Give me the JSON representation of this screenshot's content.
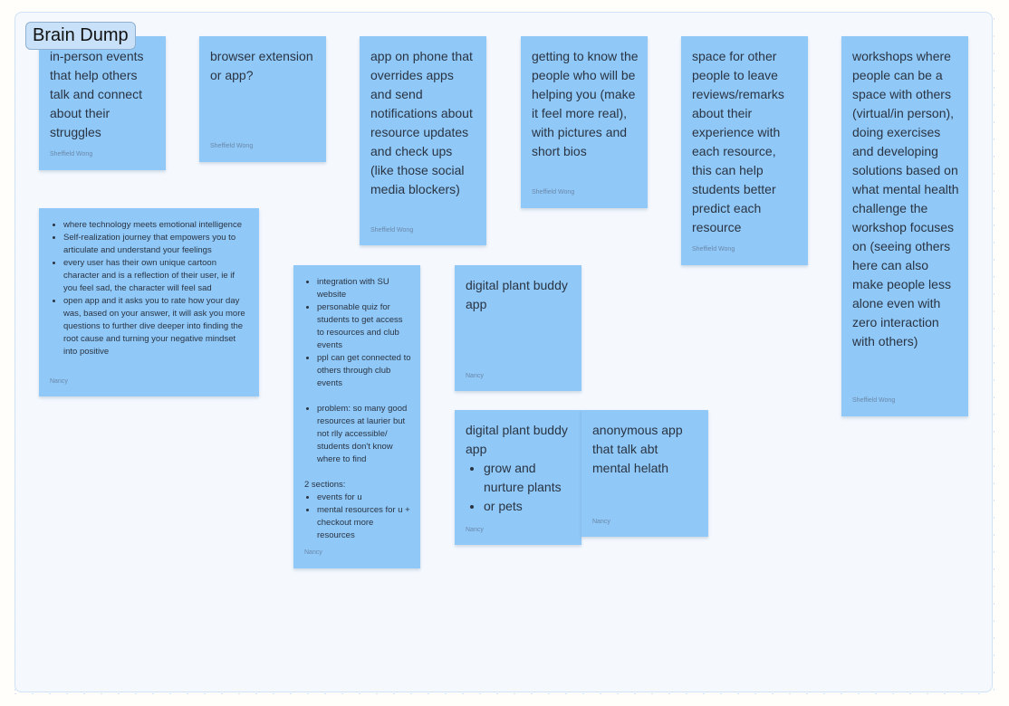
{
  "section": {
    "title": "Brain Dump"
  },
  "colors": {
    "sticky": "#90c8f8",
    "canvas": "#f5f9fe",
    "page": "#fffefb",
    "text": "#2a3442",
    "author": "#6b88a8"
  },
  "notes": [
    {
      "text": "in-person events that help others talk and connect about their struggles",
      "author": "Sheffield Wong"
    },
    {
      "text": "browser extension or app?",
      "author": "Sheffield Wong"
    },
    {
      "text": "app on phone that overrides apps and send notifications about resource updates and check ups (like those social media blockers)",
      "author": "Sheffield Wong"
    },
    {
      "text": "getting to know the people who will be helping you (make it feel more real), with pictures and short bios",
      "author": "Sheffield Wong"
    },
    {
      "text": "space for other people to leave reviews/remarks about their experience with each resource, this can help students better predict each resource",
      "author": "Sheffield Wong"
    },
    {
      "text": "workshops where people can be a space with others (virtual/in person), doing exercises and developing solutions based on what mental health challenge the workshop focuses on (seeing others here can also make people less alone even with zero interaction with others)",
      "author": "Sheffield Wong"
    },
    {
      "bullets": [
        "where technology meets emotional intelligence",
        "Self-realization journey that empowers you to articulate and understand your feelings",
        "every user has their own unique cartoon character and is a reflection of their user, ie if you feel sad, the character will feel sad",
        "open app and it asks you to rate how your day was, based on your answer, it will ask you more questions to further dive deeper into finding the root cause and turning your negative mindset into positive"
      ],
      "author": "Nancy"
    },
    {
      "bullets_a": [
        "integration with SU website",
        "personable quiz for students to get access to resources and club events",
        "ppl can get connected to others through club events"
      ],
      "bullets_b": [
        "problem: so many good resources at laurier but not rlly accessible/ students don't know where to find"
      ],
      "subheading": "2 sections:",
      "bullets_c": [
        "events for u",
        "mental resources for u + checkout more resources"
      ],
      "author": "Nancy"
    },
    {
      "text": "digital plant buddy app",
      "author": "Nancy"
    },
    {
      "text": "digital plant buddy app",
      "bullets": [
        "grow and nurture plants",
        "or pets"
      ],
      "author": "Nancy"
    },
    {
      "text": "anonymous app that talk abt mental helath",
      "author": "Nancy"
    }
  ]
}
